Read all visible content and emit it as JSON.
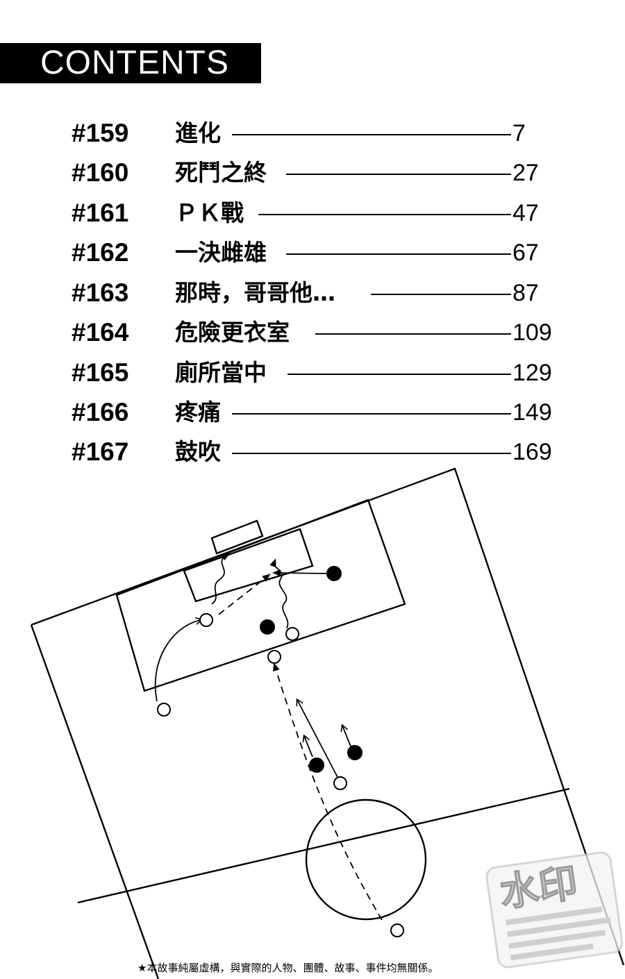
{
  "header": {
    "title": "CONTENTS"
  },
  "toc": [
    {
      "num": "#159",
      "title": "進化",
      "page": "7"
    },
    {
      "num": "#160",
      "title": "死鬥之終",
      "page": "27"
    },
    {
      "num": "#161",
      "title": "ＰＫ戰",
      "page": "47"
    },
    {
      "num": "#162",
      "title": "一決雌雄",
      "page": "67"
    },
    {
      "num": "#163",
      "title": "那時，哥哥他…",
      "page": "87"
    },
    {
      "num": "#164",
      "title": "危險更衣室",
      "page": "109"
    },
    {
      "num": "#165",
      "title": "廁所當中",
      "page": "129"
    },
    {
      "num": "#166",
      "title": "疼痛",
      "page": "149"
    },
    {
      "num": "#167",
      "title": "鼓吹",
      "page": "169"
    }
  ],
  "footer": {
    "disclaimer": "★本故事純屬虛構，與實際的人物、團體、故事、事件均無關係。"
  },
  "watermark": {
    "label": "水印"
  }
}
